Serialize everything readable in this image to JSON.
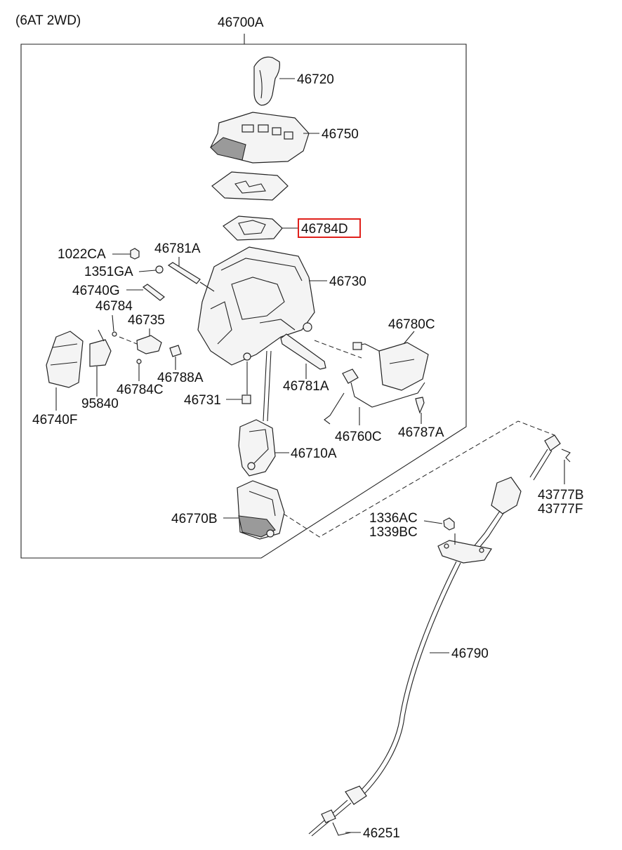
{
  "header": {
    "variant": "(6AT 2WD)",
    "assembly": "46700A"
  },
  "labels": {
    "knob": "46720",
    "bezel": "46750",
    "indicator": "46784D",
    "housing": "46730",
    "nut_1022": "1022CA",
    "washer_1351": "1351GA",
    "pin_top": "46781A",
    "pin_46740g": "46740G",
    "spring_46784": "46784",
    "lever_46735": "46735",
    "solenoid_95840": "95840",
    "clip_46784c": "46784C",
    "stopper_46788a": "46788A",
    "cover_46740f": "46740F",
    "bushing_46731": "46731",
    "bolt_46781a": "46781A",
    "module_46780c": "46780C",
    "harness_46760c": "46760C",
    "screw_46787a": "46787A",
    "lever_46710a": "46710A",
    "base_46770b": "46770B",
    "bolt_1336ac": "1336AC",
    "bolt_1339bc": "1339BC",
    "clip_43777b": "43777B",
    "clip_43777f": "43777F",
    "cable_46790": "46790",
    "clip_46251": "46251"
  },
  "highlight": {
    "color": "#e0201b",
    "target": "46784D"
  }
}
